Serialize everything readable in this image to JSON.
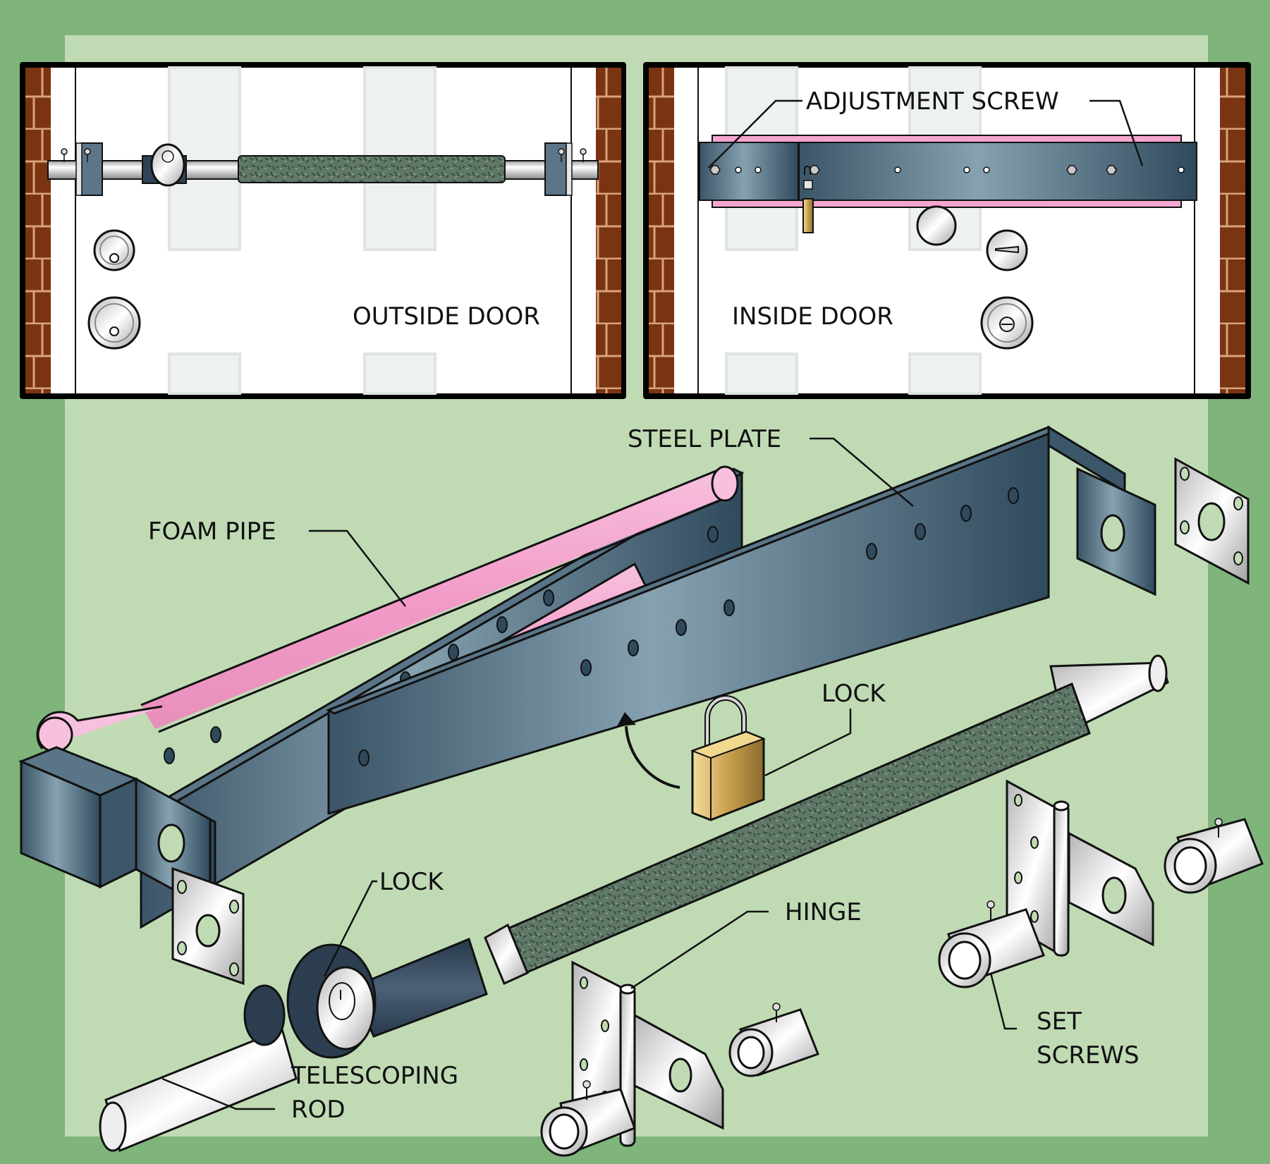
{
  "figure": {
    "panels": {
      "outside": {
        "caption": "OUTSIDE DOOR"
      },
      "inside": {
        "caption": "INSIDE DOOR",
        "callout": "ADJUSTMENT SCREW"
      }
    },
    "labels": {
      "steel_plate": "STEEL PLATE",
      "foam_pipe": "FOAM PIPE",
      "padlock": "LOCK",
      "rod_lock": "LOCK",
      "hinge": "HINGE",
      "telescoping_rod_line1": "TELESCOPING",
      "telescoping_rod_line2": "ROD",
      "set_screws_line1": "SET",
      "set_screws_line2": "SCREWS"
    },
    "colors": {
      "outer_bg": "#7fb47a",
      "inner_bg": "#c0dbb4",
      "brick": "#7a3412",
      "mortar": "#d9a27a",
      "steel": "#4f6b7e",
      "foam": "#f4a6cf",
      "grip": "#5d7565",
      "brass": "#c9a04e",
      "chrome": "#e6e6e6"
    }
  }
}
